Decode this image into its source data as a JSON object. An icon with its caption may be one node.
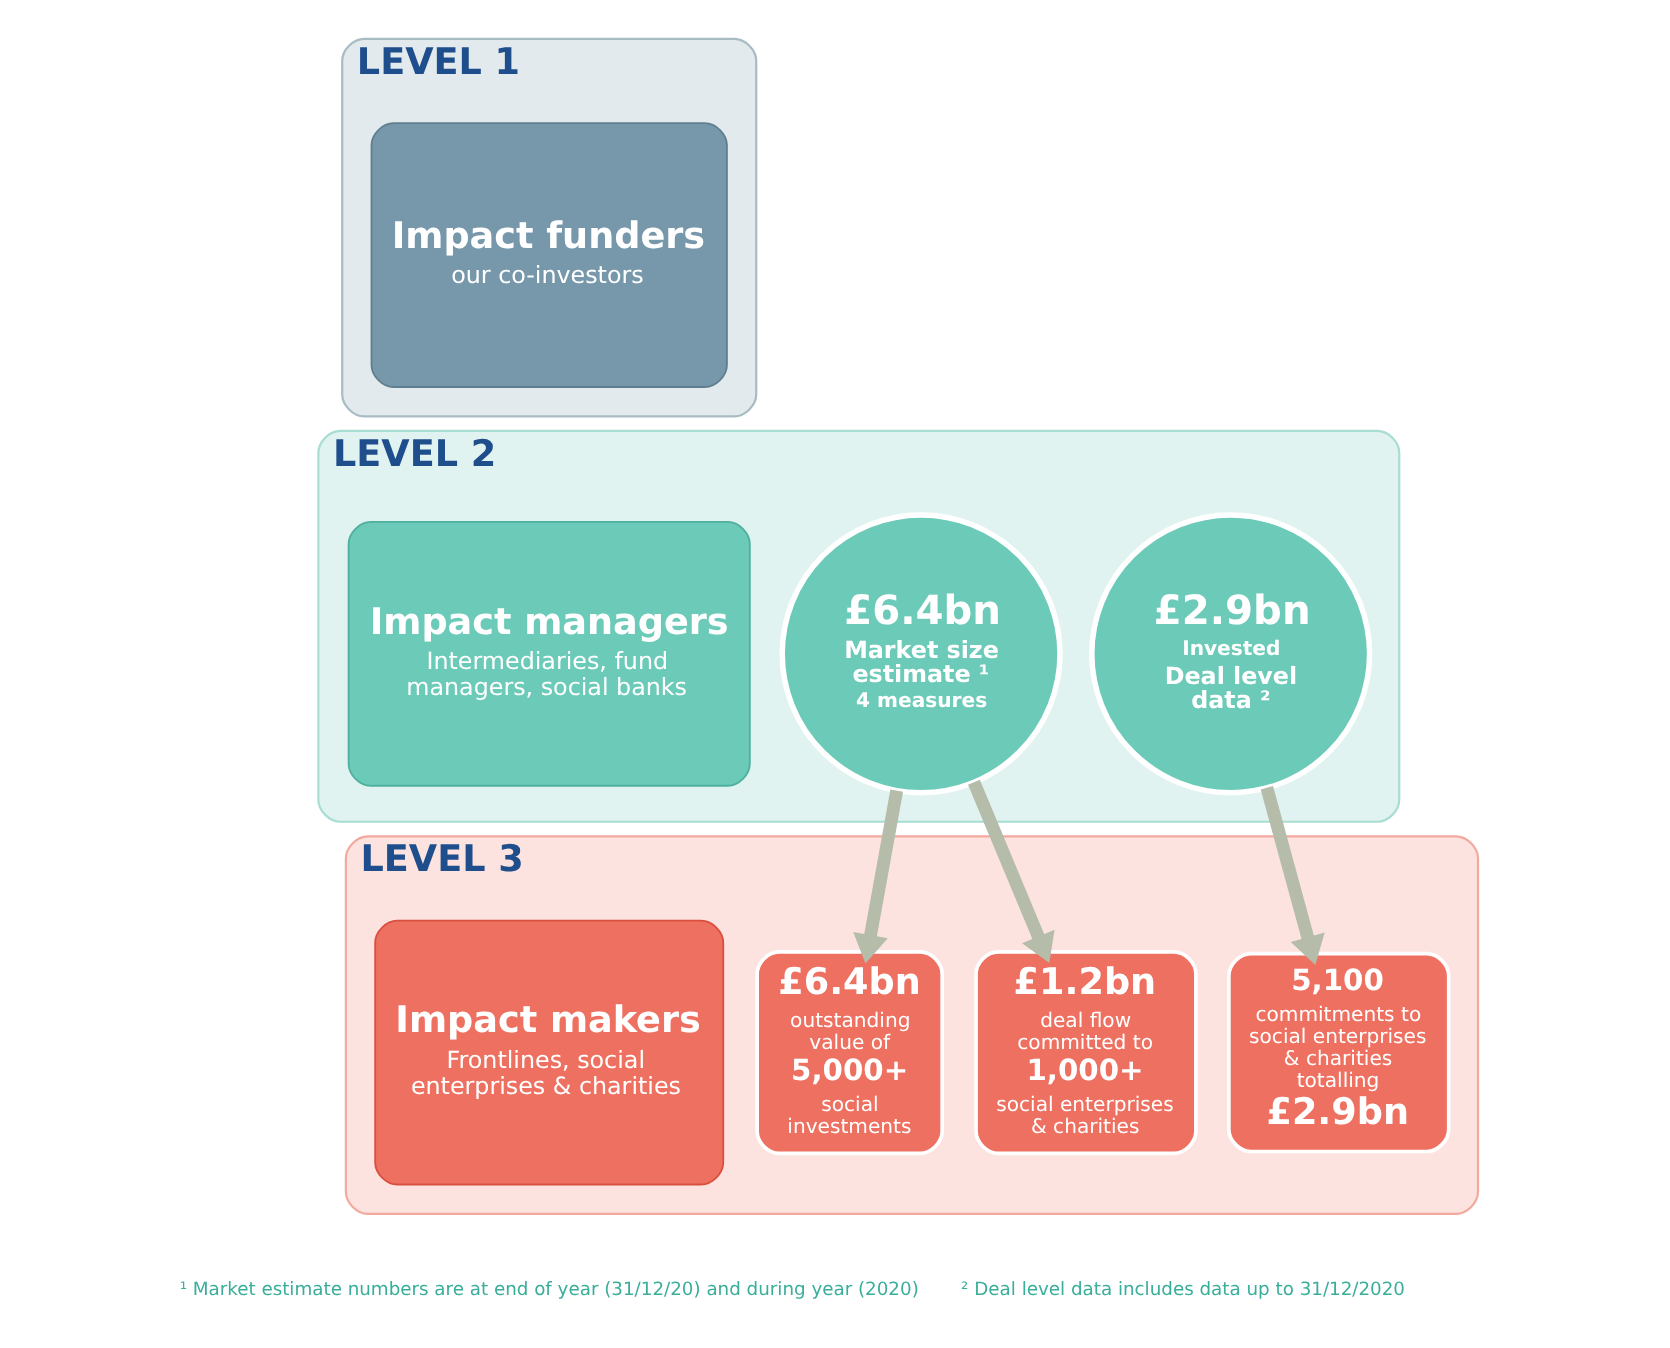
{
  "diagram": {
    "nodes": [
      {
        "text": [
          "LEVEL 1"
        ]
      },
      {
        "text": [
          "Impact funders",
          "our co-investors"
        ],
        "in": 0
      },
      {
        "text": [
          "LEVEL 2"
        ]
      },
      {
        "text": [
          "Impact managers",
          "Intermediaries, fund managers, social banks"
        ],
        "in": 2
      },
      {
        "text": [
          "£6.4bn",
          "Market size estimate ¹",
          "4 measures"
        ],
        "in": 2
      },
      {
        "text": [
          "£2.9bn",
          "Invested",
          "Deal level data ²"
        ],
        "in": 2
      },
      {
        "text": [
          "LEVEL 3"
        ]
      },
      {
        "text": [
          "Impact makers",
          "Frontlines, social enterprises & charities"
        ],
        "in": 6
      },
      {
        "text": [
          "£6.4bn",
          "outstanding value of",
          "5,000+",
          "social investments"
        ],
        "in": 6
      },
      {
        "text": [
          "£1.2bn",
          "deal flow committed to",
          "1,000+",
          "social enterprises & charities"
        ],
        "in": 6
      },
      {
        "text": [
          "5,100",
          "commitments to social enterprises & charities totalling",
          "£2.9bn"
        ],
        "in": 6
      }
    ],
    "edges": [
      {
        "from": 4,
        "to": 8,
        "arrow": "to"
      },
      {
        "from": 4,
        "to": 9,
        "arrow": "to"
      },
      {
        "from": 5,
        "to": 10,
        "arrow": "to"
      }
    ],
    "labels": [
      "¹ Market estimate numbers are at end of year (31/12/20) and during year (2020)",
      "² Deal level data includes data up to 31/12/2020"
    ]
  }
}
